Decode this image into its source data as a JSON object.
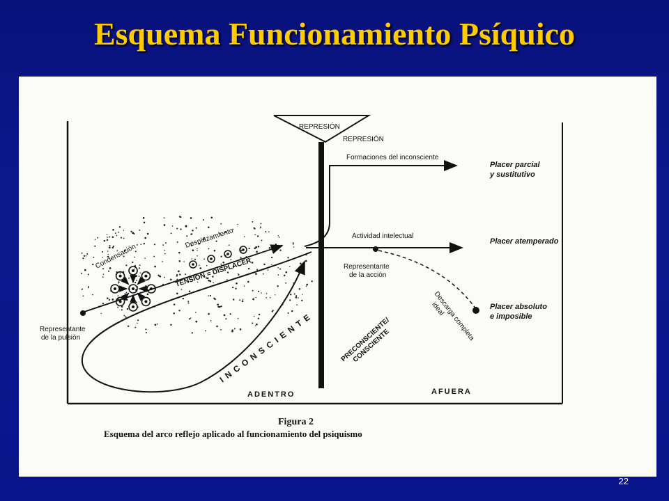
{
  "slide": {
    "title": "Esquema Funcionamiento Psíquico",
    "page_number": "22"
  },
  "figure": {
    "funnel_label": "REPRESIÓN",
    "represion_label": "REPRESIÓN",
    "formaciones_label": "Formaciones del inconsciente",
    "actividad_label": "Actividad intelectual",
    "representante_accion": [
      "Representante",
      "de la acción"
    ],
    "representante_pulsion": [
      "Representante",
      "de la pulsión"
    ],
    "condensacion_label": "Condensación",
    "desplazamiento_label": "Desplazamiento",
    "tension_label": "TENSION = DISPLACER",
    "inconsciente_label": "INCONSCIENTE",
    "preconsciente_label": [
      "PRECONSCIENTE/",
      "CONSCIENTE"
    ],
    "descarga_label": [
      "Descarga completa",
      "ideal"
    ],
    "adentro_label": "ADENTRO",
    "afuera_label": "AFUERA",
    "placer_parcial": [
      "Placer parcial",
      "y sustitutivo"
    ],
    "placer_atemperado": "Placer atemperado",
    "placer_absoluto": [
      "Placer absoluto",
      "e imposible"
    ],
    "caption_title": "Figura 2",
    "caption_text": "Esquema del arco reflejo aplicado al funcionamiento del psiquismo"
  }
}
